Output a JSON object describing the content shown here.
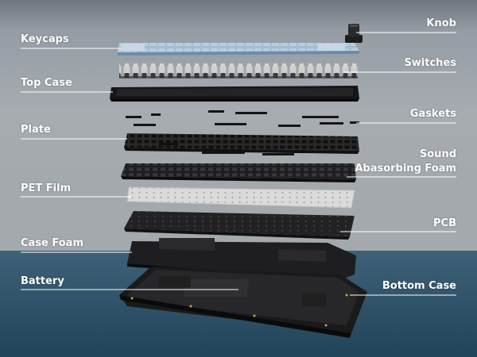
{
  "diagram": {
    "labels_left": {
      "keycaps": "Keycaps",
      "top_case": "Top Case",
      "plate": "Plate",
      "pet_film": "PET Film",
      "case_foam": "Case Foam",
      "battery": "Battery"
    },
    "labels_right": {
      "knob": "Knob",
      "switches": "Switches",
      "gaskets": "Gaskets",
      "sound_foam_line1": "Sound",
      "sound_foam_line2": "Abasorbing Foam",
      "pcb": "PCB",
      "bottom_case": "Bottom Case"
    }
  },
  "colors": {
    "background_top": "#9aa1a9",
    "background_bottom": "#34586f",
    "keycap_blue": "#a8c1d8",
    "case_black": "#1c1c1e",
    "pet_film": "#d7d7d7",
    "label_text": "#ffffff"
  }
}
